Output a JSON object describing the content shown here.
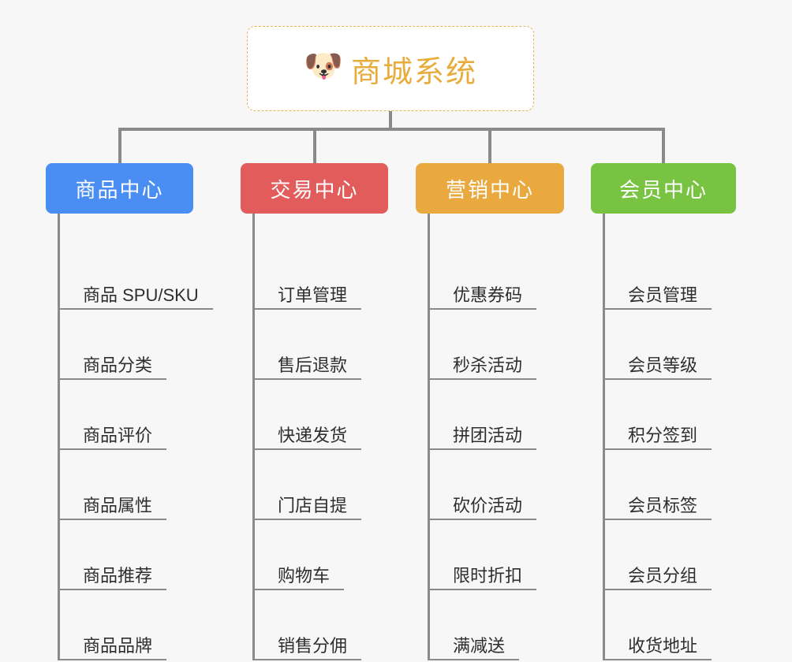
{
  "diagram": {
    "type": "mindmap-tree",
    "background_color": "#f7f7f7",
    "root": {
      "icon": "dog-face-emoji",
      "icon_glyph": "🐶",
      "title": "商城系统",
      "text_color": "#e7ac3c",
      "border_color": "#e8b45a",
      "fill_color": "#ffffff"
    },
    "connector_color": "#8a8a8a",
    "categories": [
      {
        "label": "商品中心",
        "color": "#4a8ef3",
        "items": [
          "商品 SPU/SKU",
          "商品分类",
          "商品评价",
          "商品属性",
          "商品推荐",
          "商品品牌"
        ]
      },
      {
        "label": "交易中心",
        "color": "#e35c5c",
        "items": [
          "订单管理",
          "售后退款",
          "快递发货",
          "门店自提",
          "购物车",
          "销售分佣"
        ]
      },
      {
        "label": "营销中心",
        "color": "#eaa93f",
        "items": [
          "优惠券码",
          "秒杀活动",
          "拼团活动",
          "砍价活动",
          "限时折扣",
          "满减送"
        ]
      },
      {
        "label": "会员中心",
        "color": "#78c442",
        "items": [
          "会员管理",
          "会员等级",
          "积分签到",
          "会员标签",
          "会员分组",
          "收货地址"
        ]
      }
    ]
  }
}
